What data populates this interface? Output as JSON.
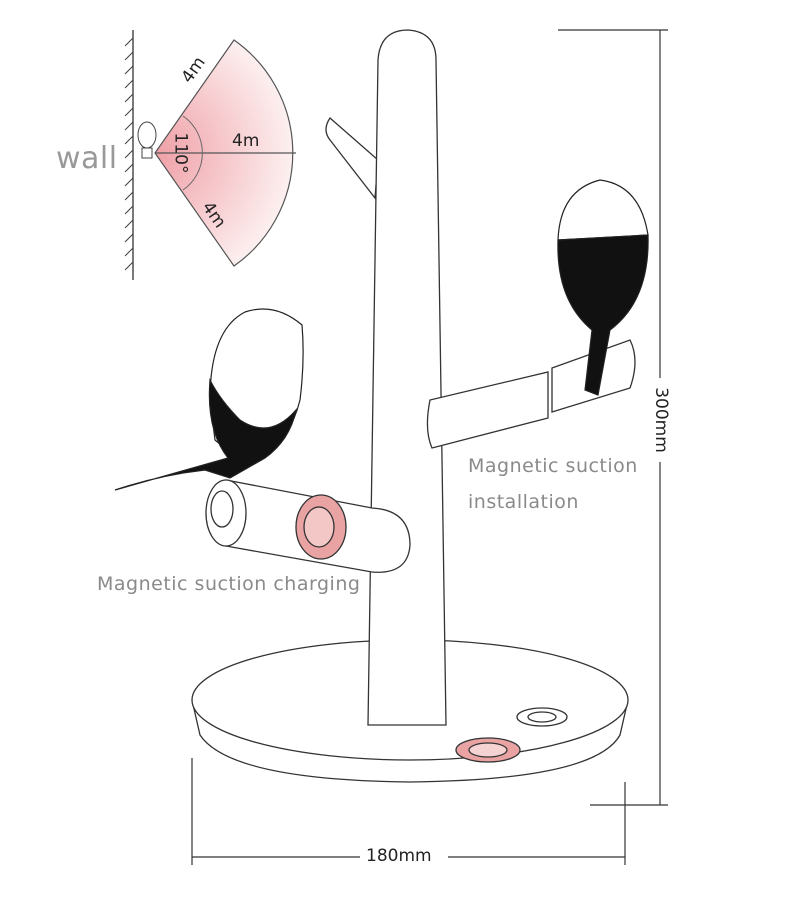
{
  "sensor_diagram": {
    "wall_label": "wall",
    "angle_label": "110°",
    "range_upper": "4m",
    "range_center": "4m",
    "range_lower": "4m"
  },
  "annotations": {
    "magnetic_charging": "Magnetic suction charging",
    "magnetic_install_line1": "Magnetic suction",
    "magnetic_install_line2": "installation"
  },
  "dimensions": {
    "height": "300mm",
    "width": "180mm"
  },
  "colors": {
    "sector_fill": "#f3c6c8",
    "magnet_pink": "#e9a3a3",
    "outline": "#333333"
  }
}
